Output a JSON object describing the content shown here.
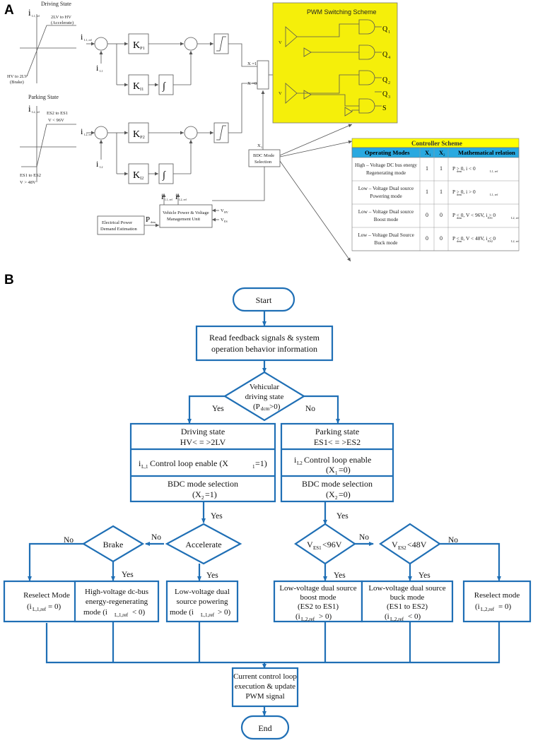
{
  "panels": {
    "a": "A",
    "b": "B"
  },
  "diagram_a": {
    "driving_state": {
      "title": "Driving State",
      "current_label": "i",
      "current_sub": "L1, ref",
      "upper": [
        "2LV to HV",
        "(Accelerate)"
      ],
      "lower": [
        "HV to 2LV",
        "(Brake)"
      ]
    },
    "parking_state": {
      "title": "Parking State",
      "current_label": "i",
      "current_sub": "L2, ref",
      "upper": [
        "ES2 to ES1",
        "V < 96V"
      ],
      "upper_sub": "ES1",
      "lower": [
        "ES1 to ES2",
        "V > 48V"
      ],
      "lower_sub": "ES2"
    },
    "loop1": {
      "ref_label": "i",
      "ref_sub": "L1, ref",
      "fb_label": "i",
      "fb_sub": "L1",
      "kp": "K",
      "kp_sub": "P1",
      "ki": "K",
      "ki_sub": "I1"
    },
    "loop2": {
      "ref_label": "i",
      "ref_sub": "L2, ref",
      "fb_label": "i",
      "fb_sub": "L2",
      "kp": "K",
      "kp_sub": "P2",
      "ki": "K",
      "ki_sub": "I2"
    },
    "switch": {
      "upper": "X =1",
      "lower": "X =0",
      "sub": "2"
    },
    "pwm": {
      "title": "PWM Switching Scheme",
      "vtri": "V",
      "vtri_sub": "tri",
      "outputs": [
        "Q",
        "Q",
        "Q",
        "Q",
        "S"
      ],
      "output_subs": [
        "1",
        "4",
        "2",
        "3",
        ""
      ]
    },
    "bdc": {
      "label": [
        "BDC Mode",
        "Selection"
      ],
      "x1": "X",
      "x1_sub": "1"
    },
    "vpvm": {
      "label": [
        "Vehicle Power & Voltage",
        "Management Unit"
      ],
      "out1": "i",
      "out1_sub": "L1, ref",
      "out2": "i",
      "out2_sub": "L2, ref",
      "vhv": "V",
      "vhv_sub": "HV",
      "ves": "V",
      "ves_sub": "ES"
    },
    "epde": {
      "label": [
        "Electrical Power",
        "Demand Estimation"
      ],
      "p": "P",
      "p_sub": "dem"
    },
    "controller": {
      "title": "Controller Scheme",
      "headers": [
        "Operating Modes",
        "X",
        "X",
        "Mathematical relation"
      ],
      "header_subs": [
        "",
        "1",
        "2",
        ""
      ],
      "rows": [
        {
          "mode": [
            "High – Voltage DC bus energy",
            "Regenerating mode"
          ],
          "x1": "1",
          "x2": "1",
          "rel": "P     > 0, i        < 0",
          "rel_sub": [
            "dem",
            "L1, ref"
          ]
        },
        {
          "mode": [
            "Low – Voltage Dual source",
            "Powering mode"
          ],
          "x1": "1",
          "x2": "1",
          "rel": "P     > 0, i        > 0",
          "rel_sub": [
            "dem",
            "L1, ref"
          ]
        },
        {
          "mode": [
            "Low – Voltage Dual source",
            "Boost mode"
          ],
          "x1": "0",
          "x2": "0",
          "rel": "P     < 0, V    < 96V, i        > 0",
          "rel_sub": [
            "dem",
            "ES1",
            "L2, ref"
          ]
        },
        {
          "mode": [
            "Low – Voltage Dual Source",
            "Buck mode"
          ],
          "x1": "0",
          "x2": "0",
          "rel": "P     < 0, V    < 48V, i        < 0",
          "rel_sub": [
            "dem",
            "ES2",
            "L2, ref"
          ]
        }
      ]
    }
  },
  "flowchart": {
    "start": "Start",
    "read": [
      "Read feedback signals & system",
      "operation behavior information"
    ],
    "decision_state": {
      "l1": "Vehicular",
      "l2": "driving state",
      "l3": "(P",
      "l3_sub": "dcm",
      "l3_end": ">0)"
    },
    "yes": "Yes",
    "no": "No",
    "driving": {
      "title": [
        "Driving state",
        "HV< = >2LV"
      ],
      "loop": {
        "a": "i",
        "a_sub": "L,1",
        "b": "Control loop enable (X",
        "b_sub": "1",
        "c": "=1)"
      },
      "bdc": {
        "l1": "BDC mode selection",
        "l2a": "(X",
        "l2_sub": "2",
        "l2b": "=1)"
      }
    },
    "parking": {
      "title": [
        "Parking state",
        "ES1< = >ES2"
      ],
      "loop": {
        "a": "i",
        "a_sub": "L2",
        "b": "Control loop enable",
        "l2a": "(X",
        "l2_sub": "1",
        "l2b": "=0)"
      },
      "bdc": {
        "l1": "BDC mode selection",
        "l2a": "(X",
        "l2_sub": "2",
        "l2b": "=0)"
      }
    },
    "brake": "Brake",
    "accelerate": "Accelerate",
    "ves1": {
      "a": "V",
      "sub": "ES1",
      "b": "<96V"
    },
    "ves2": {
      "a": "V",
      "sub": "ES2",
      "b": "<48V"
    },
    "reselect1": {
      "l1": "Reselect Mode",
      "a": "(i",
      "sub": "L,1,ref",
      "b": " = 0)"
    },
    "hv_regen": {
      "l1": "High-voltage dc-bus",
      "l2": "energy-regenerating",
      "a": "mode (i",
      "sub": "L,1,ref",
      "b": " < 0)"
    },
    "lv_power": {
      "l1": "Low-voltage dual",
      "l2": "source powering",
      "a": "mode (i",
      "sub": "L,1,ref",
      "b": " > 0)"
    },
    "lv_boost": {
      "l1": "Low-voltage dual source",
      "l2": "boost mode",
      "l3": "(ES2 to ES1)",
      "a": "(i",
      "sub": "L,2,ref",
      "b": " > 0)"
    },
    "lv_buck": {
      "l1": "Low-voltage dual source",
      "l2": "buck mode",
      "l3": "(ES1 to ES2)",
      "a": "(i",
      "sub": "L,2,ref",
      "b": " < 0)"
    },
    "reselect2": {
      "l1": "Reselect mode",
      "a": "(i",
      "sub": "L,2,ref",
      "b": " = 0)"
    },
    "update": [
      "Current control loop",
      "execution & update",
      "PWM signal"
    ],
    "end": "End"
  },
  "colors": {
    "flow": "#1f6fb5",
    "pwm_bg": "#f5ef0a",
    "table_header": "#29a9e0",
    "table_title": "#ffff00"
  }
}
